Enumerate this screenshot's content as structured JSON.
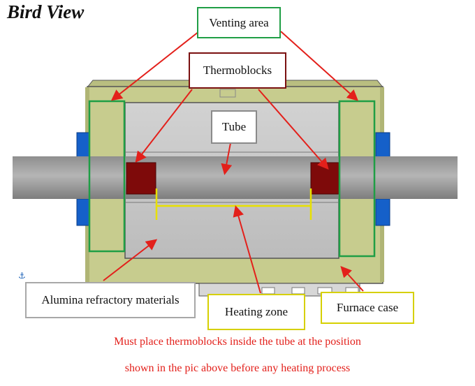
{
  "title": "Bird View",
  "labels": {
    "venting_area": "Venting area",
    "thermoblocks": "Thermoblocks",
    "tube": "Tube",
    "alumina": "Alumina refractory materials",
    "heating_zone": "Heating zone",
    "furnace_case": "Furnace case"
  },
  "note": {
    "line1": "Must place thermoblocks inside the tube at the position",
    "line2": "shown in the pic above before any heating process"
  },
  "colors": {
    "arrow": "#e3201b",
    "venting_border": "#1f9e45",
    "thermo_border": "#7a1010",
    "tube_border": "#8a8a8a",
    "alumina_border": "#a8a8a8",
    "yellow_border": "#d6d000",
    "case": "#c7cc8e",
    "thermoblock": "#7e0a0a",
    "flange": "#1560c9"
  },
  "icons": {
    "anchor": "anchor-icon"
  }
}
